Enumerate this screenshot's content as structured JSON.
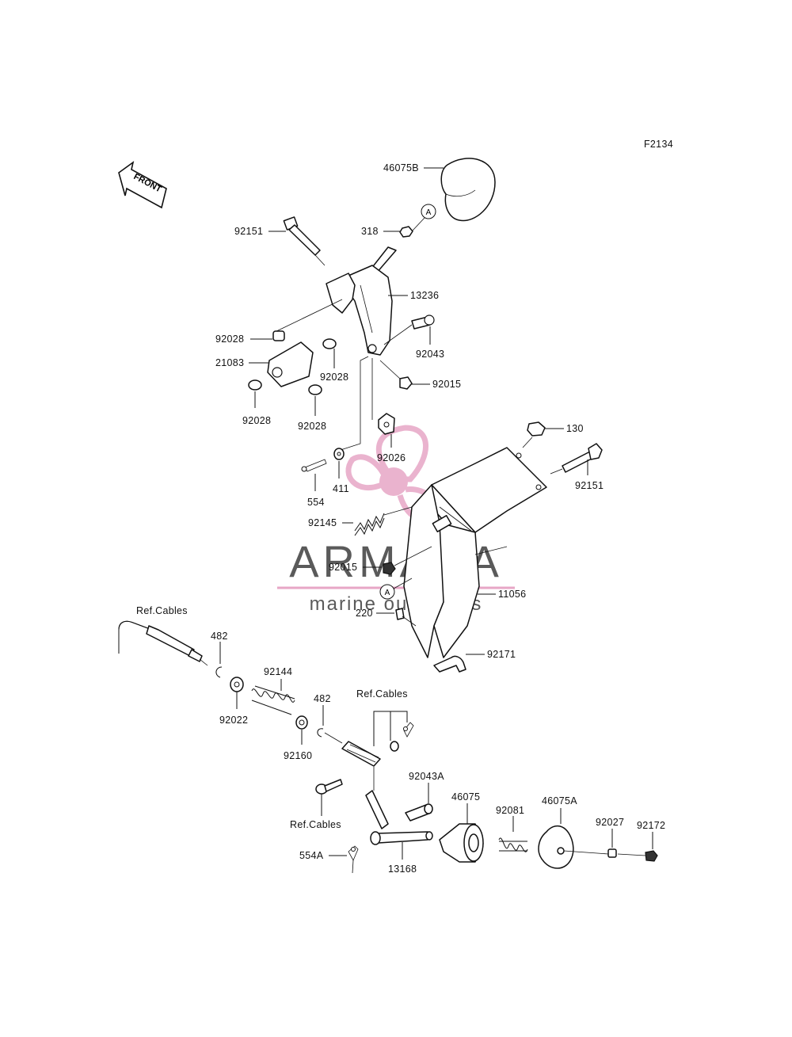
{
  "figure_code": "F2134",
  "front_arrow": "FRONT",
  "ref_marker": "A",
  "watermark": {
    "brand": "ARMADA",
    "tagline": "marine outboards",
    "accent_color": "#e7a6c6",
    "text_color": "#5a5a5a"
  },
  "part_labels": {
    "p46075B": "46075B",
    "p318": "318",
    "p92151_top": "92151",
    "p13236": "13236",
    "p92028_a": "92028",
    "p21083": "21083",
    "p92043": "92043",
    "p92028_b": "92028",
    "p92015_top": "92015",
    "p92028_c": "92028",
    "p92028_d": "92028",
    "p92026": "92026",
    "p130": "130",
    "p92151_right": "92151",
    "p554": "554",
    "p411": "411",
    "p92145": "92145",
    "p92015_mid": "92015",
    "p11056": "11056",
    "p220": "220",
    "p92171": "92171",
    "ref_cables_1": "Ref.Cables",
    "p482_a": "482",
    "p92144": "92144",
    "p92022": "92022",
    "p482_b": "482",
    "ref_cables_2": "Ref.Cables",
    "p92160": "92160",
    "p92043A": "92043A",
    "p46075": "46075",
    "p92081": "92081",
    "p46075A": "46075A",
    "p92027": "92027",
    "p92172": "92172",
    "ref_cables_3": "Ref.Cables",
    "p554A": "554A",
    "p13168": "13168"
  }
}
